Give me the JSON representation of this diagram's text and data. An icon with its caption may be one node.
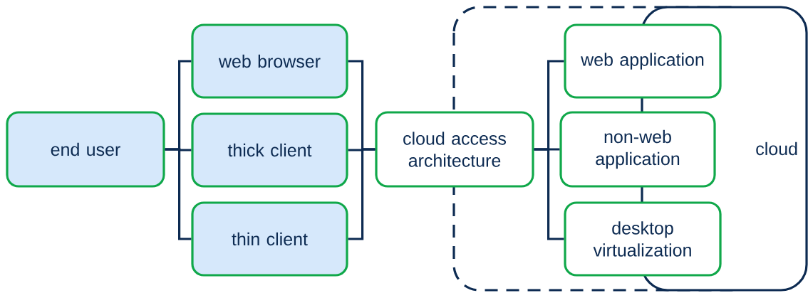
{
  "diagram": {
    "nodes": [
      {
        "text": [
          "end user"
        ]
      },
      {
        "text": [
          "web browser"
        ]
      },
      {
        "text": [
          "thick client"
        ]
      },
      {
        "text": [
          "thin client"
        ]
      },
      {
        "text": [
          "cloud access architecture"
        ]
      },
      {
        "text": [
          "web application"
        ]
      },
      {
        "text": [
          "non-web application"
        ]
      },
      {
        "text": [
          "desktop virtualization"
        ]
      },
      {
        "text": [
          "cloud"
        ]
      }
    ],
    "edges": [
      {
        "from": 0,
        "to": 1,
        "arrow": "none"
      },
      {
        "from": 0,
        "to": 2,
        "arrow": "none"
      },
      {
        "from": 0,
        "to": 3,
        "arrow": "none"
      },
      {
        "from": 1,
        "to": 4,
        "arrow": "none"
      },
      {
        "from": 2,
        "to": 4,
        "arrow": "none"
      },
      {
        "from": 3,
        "to": 4,
        "arrow": "none"
      },
      {
        "from": 4,
        "to": 5,
        "arrow": "none"
      },
      {
        "from": 4,
        "to": 6,
        "arrow": "none"
      },
      {
        "from": 4,
        "to": 7,
        "arrow": "none"
      }
    ]
  }
}
